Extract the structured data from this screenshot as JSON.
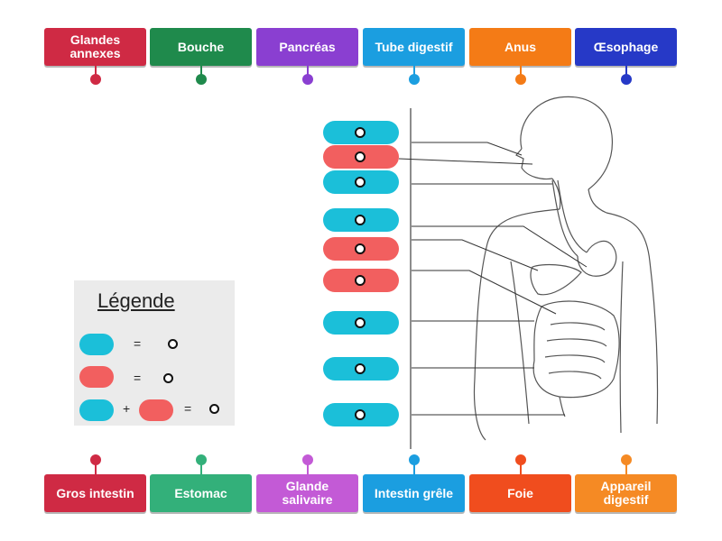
{
  "top_tiles": [
    {
      "label": "Glandes annexes",
      "color": "#cf2a44"
    },
    {
      "label": "Bouche",
      "color": "#1f8a4c"
    },
    {
      "label": "Pancréas",
      "color": "#8a3fd1"
    },
    {
      "label": "Tube digestif",
      "color": "#1b9ee0"
    },
    {
      "label": "Anus",
      "color": "#f47b16"
    },
    {
      "label": "Œsophage",
      "color": "#2639c7"
    }
  ],
  "bottom_tiles": [
    {
      "label": "Gros intestin",
      "color": "#cf2a44"
    },
    {
      "label": "Estomac",
      "color": "#33b07a"
    },
    {
      "label": "Glande salivaire",
      "color": "#c35ad6"
    },
    {
      "label": "Intestin grêle",
      "color": "#1b9ee0"
    },
    {
      "label": "Foie",
      "color": "#f04d1e"
    },
    {
      "label": "Appareil digestif",
      "color": "#f58a24"
    }
  ],
  "slots": [
    "blue",
    "red",
    "blue",
    "blue",
    "red",
    "red",
    "blue",
    "blue",
    "blue"
  ],
  "legend": {
    "title": "Légende",
    "equals": "=",
    "plus": "+"
  },
  "colors": {
    "blue_pill": "#1bbfd9",
    "red_pill": "#f25f5f",
    "legend_bg": "#ebebeb"
  }
}
